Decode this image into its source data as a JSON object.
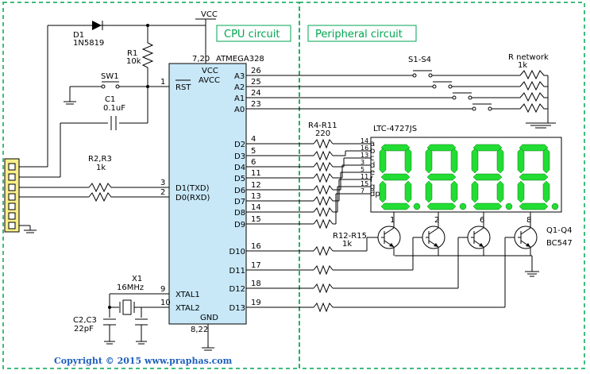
{
  "sections": {
    "cpu": "CPU circuit",
    "peripheral": "Peripheral circuit"
  },
  "power": {
    "vcc": "VCC"
  },
  "mcu": {
    "name": "ATMEGA328",
    "vcc": "VCC",
    "avcc": "AVCC",
    "gnd": "GND",
    "rst": "RST",
    "vcc_pins": "7,20",
    "gnd_pins": "8,22"
  },
  "mcu_left_pins": [
    {
      "num": "1",
      "name": "RST"
    },
    {
      "num": "3",
      "name": "D1(TXD)"
    },
    {
      "num": "2",
      "name": "D0(RXD)"
    },
    {
      "num": "9",
      "name": "XTAL1"
    },
    {
      "num": "10",
      "name": "XTAL2"
    }
  ],
  "mcu_right_pins": [
    {
      "num": "26",
      "name": "A3"
    },
    {
      "num": "25",
      "name": "A2"
    },
    {
      "num": "24",
      "name": "A1"
    },
    {
      "num": "23",
      "name": "A0"
    },
    {
      "num": "4",
      "name": "D2"
    },
    {
      "num": "5",
      "name": "D3"
    },
    {
      "num": "6",
      "name": "D4"
    },
    {
      "num": "11",
      "name": "D5"
    },
    {
      "num": "12",
      "name": "D6"
    },
    {
      "num": "13",
      "name": "D7"
    },
    {
      "num": "14",
      "name": "D8"
    },
    {
      "num": "15",
      "name": "D9"
    },
    {
      "num": "16",
      "name": "D10"
    },
    {
      "num": "17",
      "name": "D11"
    },
    {
      "num": "18",
      "name": "D12"
    },
    {
      "num": "19",
      "name": "D13"
    }
  ],
  "components": {
    "d1": {
      "ref": "D1",
      "value": "1N5819"
    },
    "r1": {
      "ref": "R1",
      "value": "10k"
    },
    "sw1": {
      "ref": "SW1"
    },
    "c1": {
      "ref": "C1",
      "value": "0.1uF"
    },
    "r2r3": {
      "ref": "R2,R3",
      "value": "1k"
    },
    "x1": {
      "ref": "X1",
      "value": "16MHz"
    },
    "c2c3": {
      "ref": "C2,C3",
      "value": "22pF"
    },
    "switches": {
      "ref": "S1-S4"
    },
    "rnet": {
      "ref": "R network",
      "value": "1k"
    },
    "r4r11": {
      "ref": "R4-R11",
      "value": "220"
    },
    "display": {
      "ref": "LTC-4727JS"
    },
    "r12r15": {
      "ref": "R12-R15",
      "value": "1k"
    },
    "q": {
      "ref": "Q1-Q4",
      "value": "BC547"
    }
  },
  "display_pins": [
    {
      "num": "14",
      "seg": "a"
    },
    {
      "num": "16",
      "seg": "b"
    },
    {
      "num": "13",
      "seg": "c"
    },
    {
      "num": "3",
      "seg": "d"
    },
    {
      "num": "5",
      "seg": "e"
    },
    {
      "num": "11",
      "seg": "f"
    },
    {
      "num": "15",
      "seg": "g"
    },
    {
      "num": "7",
      "seg": "dp"
    }
  ],
  "digit_pins": [
    "1",
    "2",
    "6",
    "8"
  ],
  "colors": {
    "section_border": "#00a651",
    "segment_on": "#22dd33",
    "chip_fill": "#c8e8f8",
    "copyright": "#1f5fbf"
  },
  "copyright": "Copyright © 2015 www.praphas.com"
}
